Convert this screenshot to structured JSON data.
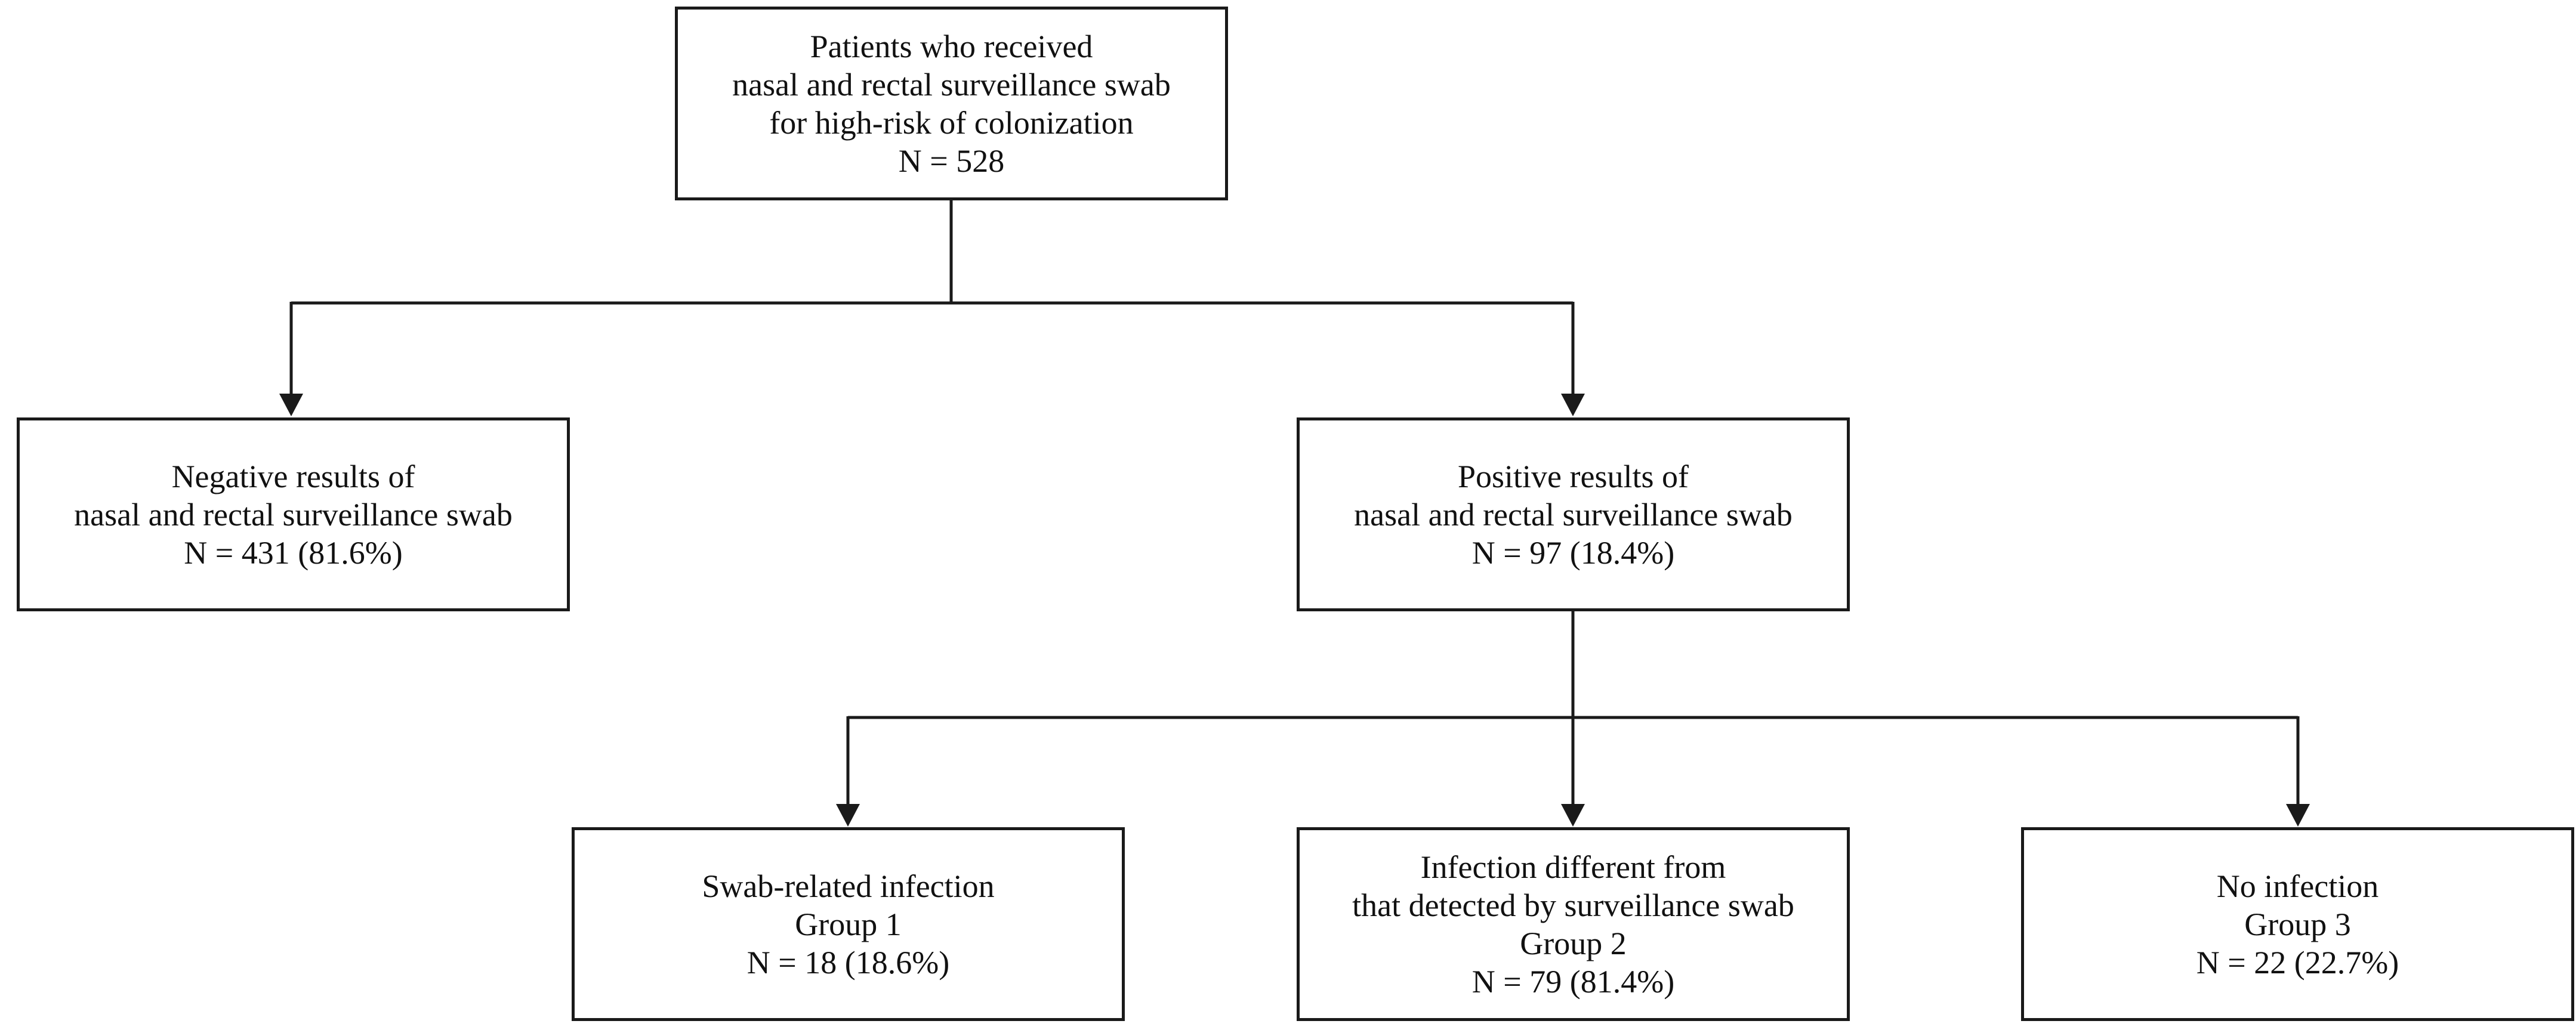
{
  "flowchart": {
    "top": {
      "lines": [
        "Patients who received",
        "nasal and rectal surveillance swab",
        "for high-risk of colonization",
        "N = 528"
      ]
    },
    "negative": {
      "lines": [
        "Negative results of",
        "nasal and rectal surveillance swab",
        "N = 431 (81.6%)"
      ]
    },
    "positive": {
      "lines": [
        "Positive results of",
        "nasal and rectal surveillance swab",
        "N = 97 (18.4%)"
      ]
    },
    "group1": {
      "lines": [
        "Swab-related infection",
        "Group 1",
        "N = 18 (18.6%)"
      ]
    },
    "group2": {
      "lines": [
        "Infection different from",
        "that detected by surveillance swab",
        "Group 2",
        "N = 79 (81.4%)"
      ]
    },
    "group3": {
      "lines": [
        "No infection",
        "Group 3",
        "N = 22 (22.7%)"
      ]
    }
  },
  "colors": {
    "line": "#1a1a1a",
    "background": "#ffffff",
    "text": "#111111"
  }
}
